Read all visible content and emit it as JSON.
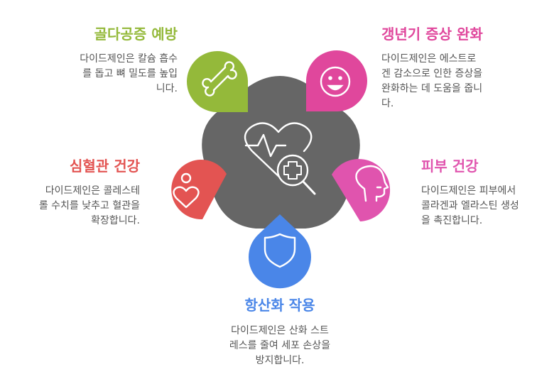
{
  "colors": {
    "center": "#666666",
    "bone": "#94b93a",
    "menopause": "#e0479c",
    "cardio": "#e35452",
    "skin": "#e054ae",
    "antioxidant": "#4a86e8"
  },
  "items": {
    "bone": {
      "title": "골다공증 예방",
      "desc": "다이드제인은 칼슘 흡수\n를 돕고 뼈 밀도를 높입\n니다.",
      "icon": "bone-icon"
    },
    "menopause": {
      "title": "갱년기 증상 완화",
      "desc": "다이드제인은 에스트로\n겐 감소으로 인한 증상을\n완화하는 데 도움을 줍니\n다.",
      "icon": "smiley-face-icon"
    },
    "cardio": {
      "title": "심혈관 건강",
      "desc": "다이드제인은 콜레스테\n롤 수치를 낮추고 혈관을\n확장합니다.",
      "icon": "person-heart-icon"
    },
    "skin": {
      "title": "피부 건강",
      "desc": "다이드제인은 피부에서\n콜라겐과 엘라스틴 생성\n을 촉진합니다.",
      "icon": "face-profile-icon"
    },
    "antioxidant": {
      "title": "항산화 작용",
      "desc": "다이드제인은 산화 스트\n레스를 줄여 세포 손상을\n방지합니다.",
      "icon": "shield-icon"
    },
    "center": {
      "icon": "heart-health-search-icon"
    }
  }
}
